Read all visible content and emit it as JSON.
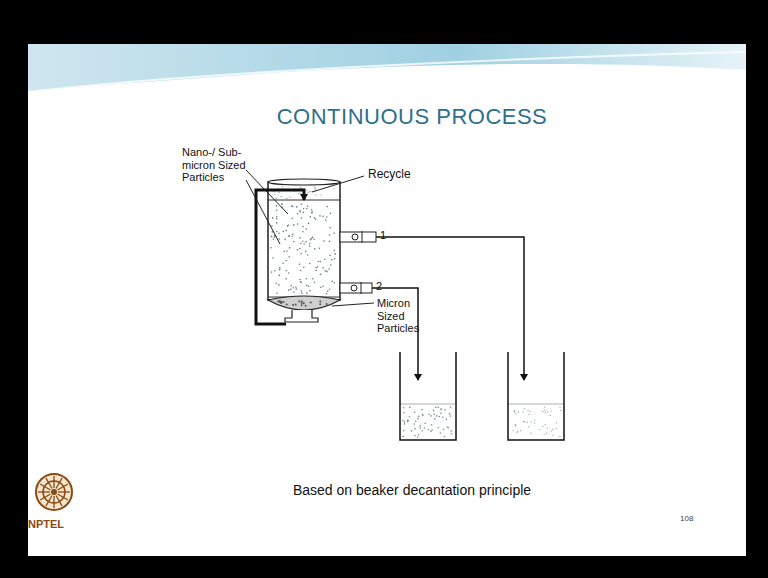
{
  "diagram": {
    "title": "CONTINUOUS PROCESS",
    "caption": "Based on beaker decantation principle",
    "labels": [
      "Recycle",
      "Nano-/ Sub-micron Sized Particles",
      "1",
      "2",
      "Micron Sized Particles",
      "108",
      "NPTEL"
    ]
  }
}
